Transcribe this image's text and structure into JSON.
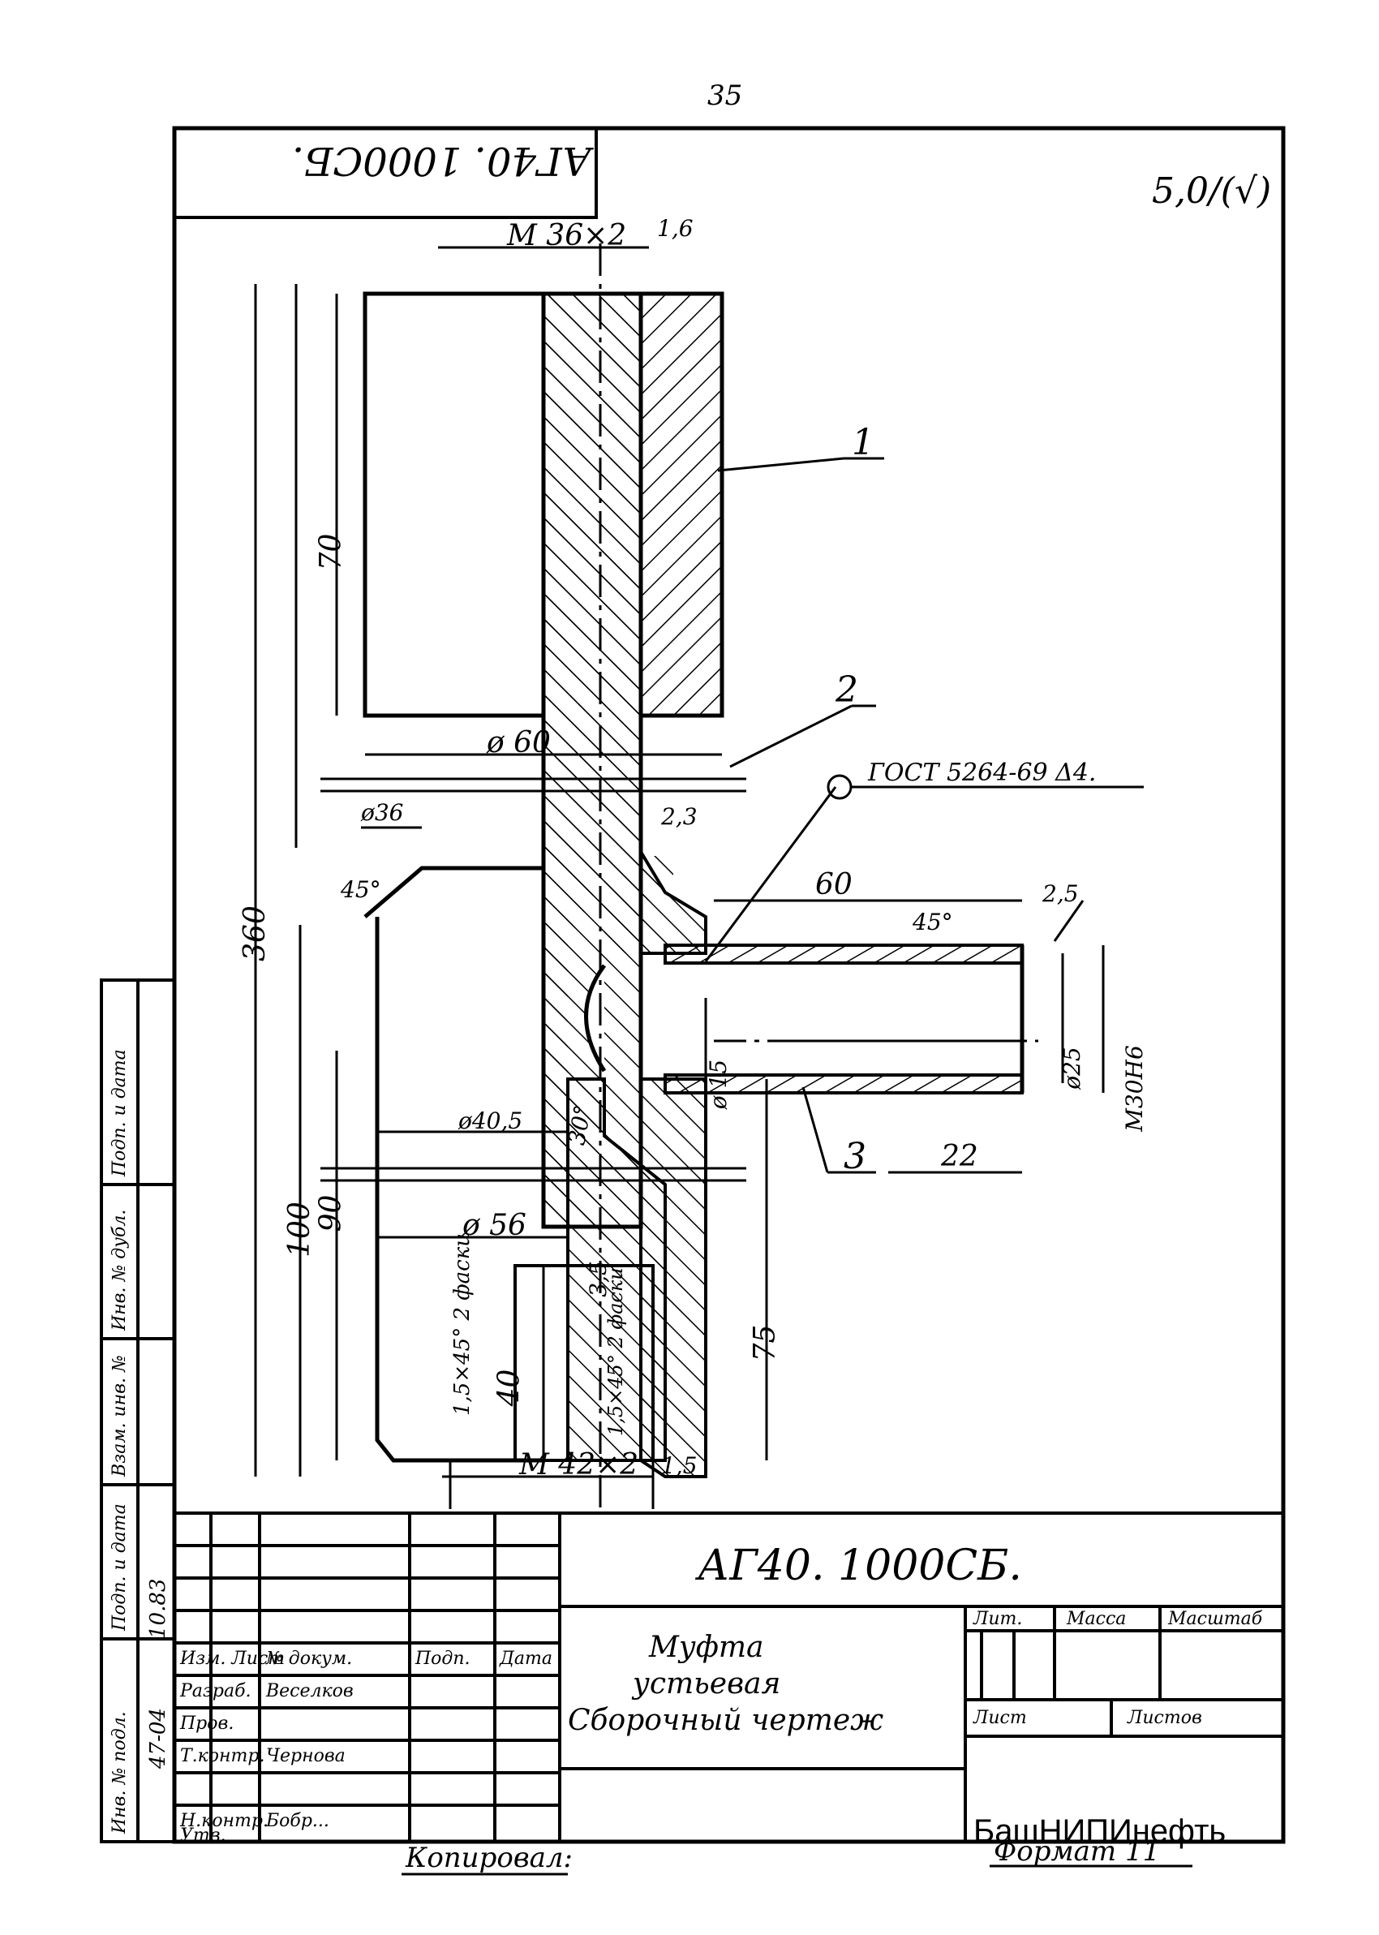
{
  "page_number": "35",
  "drawing_code_rotated": "АГ40. 1000СБ.",
  "roughness_mark": "5,0/(√)",
  "dimensions": {
    "thread_top": "М 36×2",
    "chamfer_top": "1,6",
    "len_70": "70",
    "dia_60": "ø 60",
    "dia_36": "ø36",
    "chamfer_2_3": "2,3",
    "angle_45_left": "45°",
    "len_360": "360",
    "len_60": "60",
    "angle_45_right": "45°",
    "roughness_25": "2,5",
    "dia_15": "ø 15",
    "dia_25": "ø25",
    "thread_m30": "М30Н6",
    "angle_30": "30°",
    "dia_40_5": "ø40,5",
    "len_22": "22",
    "len_100": "100",
    "len_90": "90",
    "dia_56": "ø 56",
    "dim_3_5": "3,5",
    "len_75": "75",
    "chamfer_left": "1,5×45° 2 фаски",
    "len_40": "40",
    "chamfer_inner": "1,5×45° 2 фаски",
    "thread_bottom": "М 42×2",
    "chamfer_bottom": "1,5"
  },
  "callouts": {
    "part1": "1",
    "part2": "2",
    "part3": "3",
    "weld_standard": "ГОСТ 5264-69 Δ4."
  },
  "title_block": {
    "code": "АГ40. 1000СБ.",
    "title_line1": "Муфта",
    "title_line2": "устьевая",
    "title_line3": "Сборочный чертеж",
    "col_lit": "Лит.",
    "col_mass": "Масса",
    "col_scale": "Масштаб",
    "sheet": "Лист",
    "sheets": "Листов",
    "organization": "БашНИПИнефть",
    "rows": [
      {
        "role": "Изм. Лист",
        "name": "№ докум.",
        "sign": "Подп.",
        "date": "Дата"
      },
      {
        "role": "Разраб.",
        "name": "Веселков",
        "sign": "",
        "date": ""
      },
      {
        "role": "Пров.",
        "name": "",
        "sign": "",
        "date": ""
      },
      {
        "role": "Т.контр.",
        "name": "Чернова",
        "sign": "",
        "date": ""
      },
      {
        "role": "",
        "name": "",
        "sign": "",
        "date": ""
      },
      {
        "role": "Н.контр.",
        "name": "Бобр...",
        "sign": "",
        "date": ""
      },
      {
        "role": "Утв.",
        "name": "",
        "sign": "",
        "date": ""
      }
    ],
    "side_date": "10.83",
    "side_inv": "47-04"
  },
  "side_strip": {
    "sign_date": "Подп. и дата",
    "inv_dubl": "Инв. № дубл.",
    "vzam_inv": "Взам. инв. №",
    "sign_date2": "Подп. и дата",
    "inv_podl": "Инв. № подл."
  },
  "footer": {
    "copied": "Копировал:",
    "format": "Формат 11"
  }
}
